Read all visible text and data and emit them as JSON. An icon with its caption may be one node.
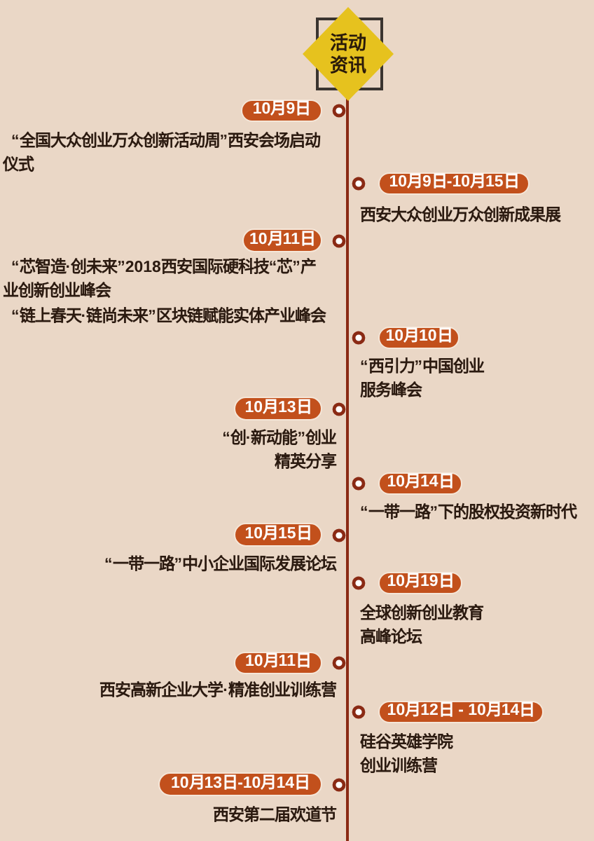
{
  "diagram": {
    "nodes": [
      {
        "text": [
          "活动资讯"
        ]
      },
      {
        "text": [
          "10月9日"
        ],
        "beside": [
          "“全国大众创业万众创新活动周”西安会场启动仪式"
        ]
      },
      {
        "text": [
          "10月9日-10月15日"
        ],
        "beside": [
          "西安大众创业万众创新成果展"
        ]
      },
      {
        "text": [
          "10月11日"
        ],
        "beside": [
          "“芯智造·创未来”2018西安国际硬科技“芯”产业创新创业峰会",
          "“链上春天·链尚未来”区块链赋能实体产业峰会"
        ]
      },
      {
        "text": [
          "10月10日"
        ],
        "beside": [
          "“西引力”中国创业服务峰会"
        ]
      },
      {
        "text": [
          "10月13日"
        ],
        "beside": [
          "“创·新动能”创业精英分享"
        ]
      },
      {
        "text": [
          "10月14日"
        ],
        "beside": [
          "“一带一路”下的股权投资新时代"
        ]
      },
      {
        "text": [
          "10月15日"
        ],
        "beside": [
          "“一带一路”中小企业国际发展论坛"
        ]
      },
      {
        "text": [
          "10月19日"
        ],
        "beside": [
          "全球创新创业教育高峰论坛"
        ]
      },
      {
        "text": [
          "10月11日"
        ],
        "beside": [
          "西安高新企业大学·精准创业训练营"
        ]
      },
      {
        "text": [
          "10月12日 - 10月14日"
        ],
        "beside": [
          "硅谷英雄学院创业训练营"
        ]
      },
      {
        "text": [
          "10月13日-10月14日"
        ],
        "beside": [
          "西安第二届欢道节"
        ]
      }
    ]
  }
}
